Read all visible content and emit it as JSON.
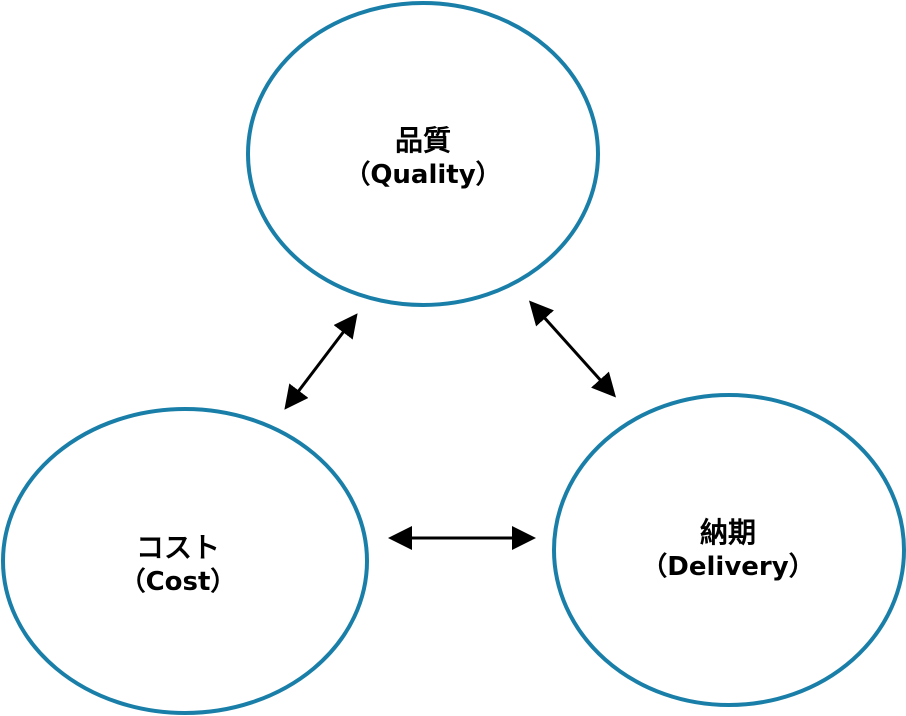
{
  "nodes": {
    "quality": {
      "title": "品質",
      "subtitle": "（Quality）"
    },
    "cost": {
      "title": "コスト",
      "subtitle": "（Cost）"
    },
    "delivery": {
      "title": "納期",
      "subtitle": "（Delivery）"
    }
  },
  "colors": {
    "circle": "#1a7fa8",
    "arrow": "#000000"
  }
}
